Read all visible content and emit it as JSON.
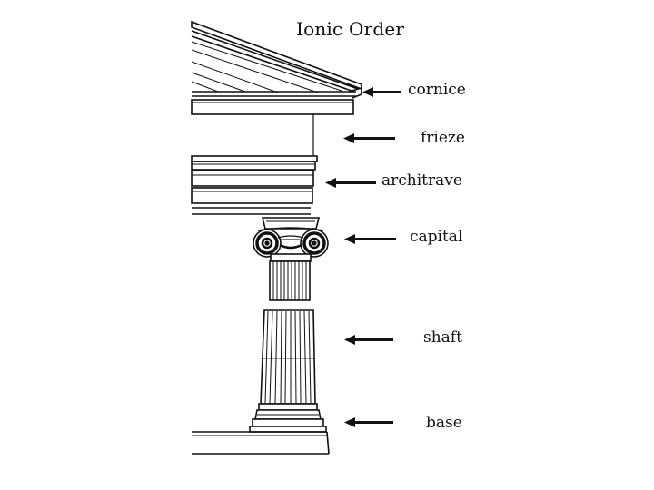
{
  "title": "Ionic Order",
  "labels": {
    "cornice": "cornice",
    "frieze": "frieze",
    "architrave": "architrave",
    "capital": "capital",
    "shaft": "shaft",
    "base": "base"
  },
  "colors": {
    "ink": "#111111",
    "background": "#ffffff"
  }
}
